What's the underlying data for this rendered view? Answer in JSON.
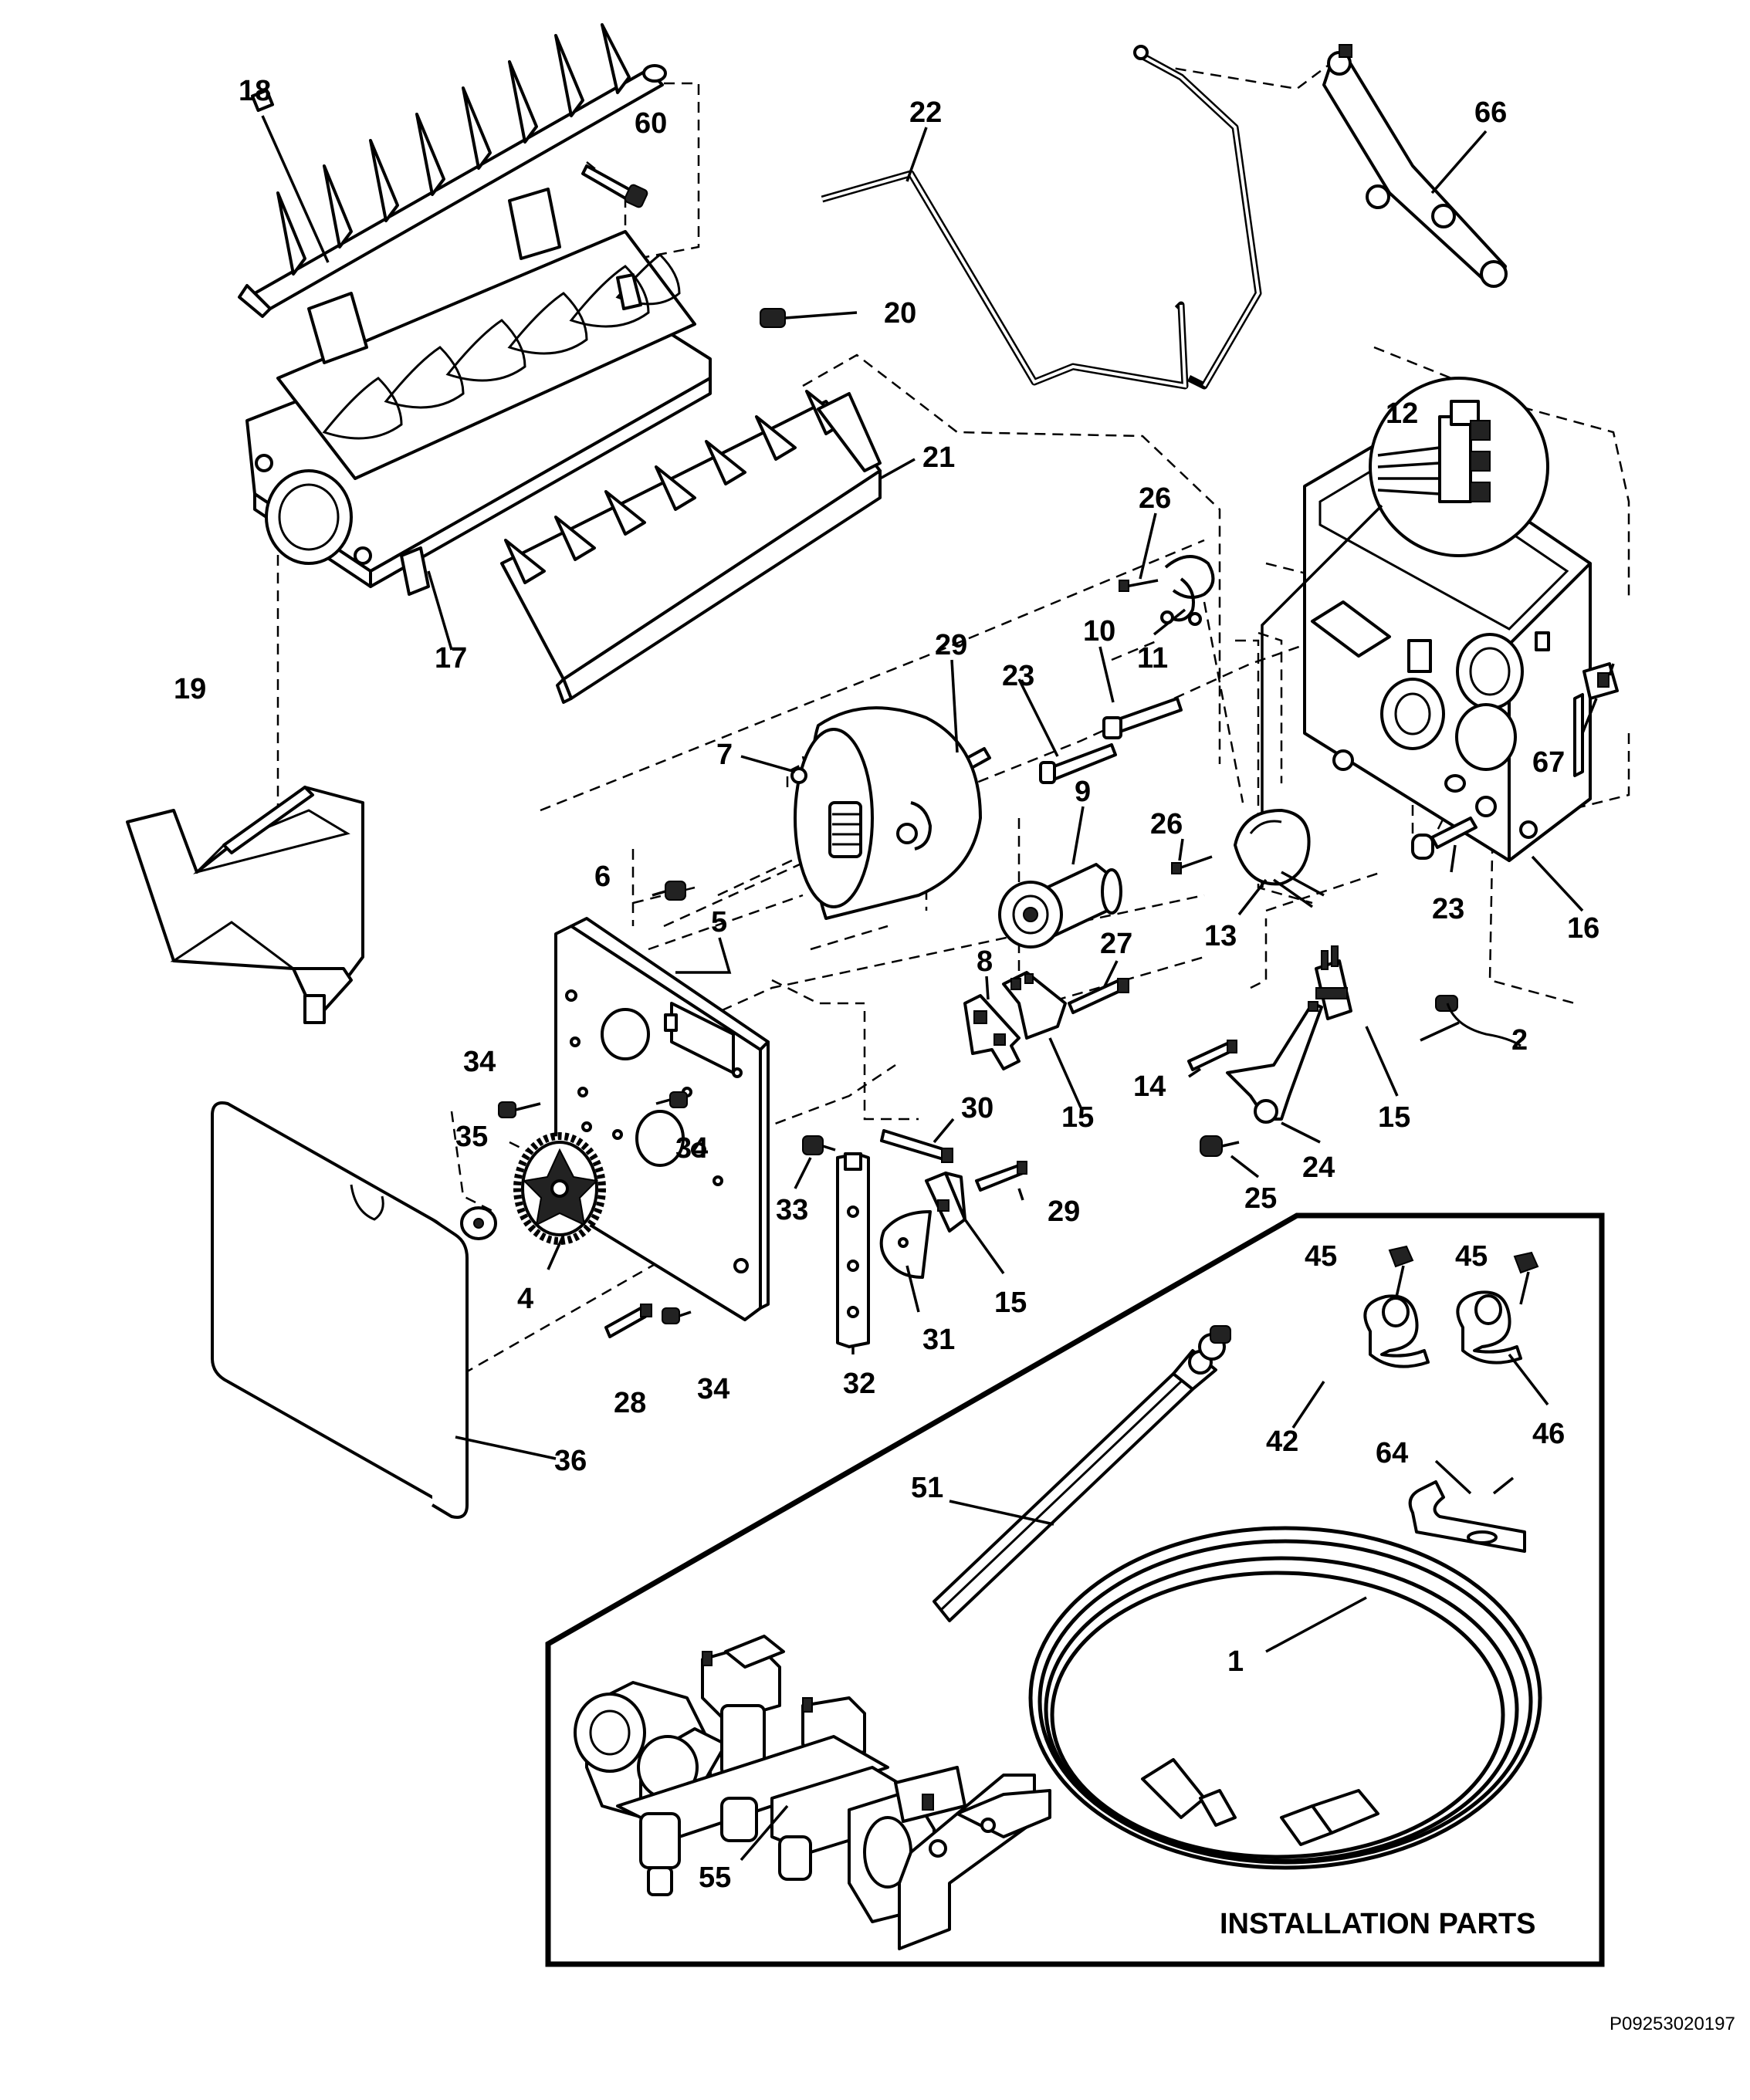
{
  "diagram": {
    "part_numbers": [
      "18",
      "60",
      "22",
      "66",
      "20",
      "21",
      "12",
      "26",
      "17",
      "11",
      "10",
      "29",
      "23",
      "19",
      "7",
      "67",
      "9",
      "26",
      "6",
      "5",
      "23",
      "16",
      "13",
      "8",
      "27",
      "34",
      "15",
      "2",
      "14",
      "35",
      "34",
      "30",
      "15",
      "33",
      "29",
      "24",
      "25",
      "4",
      "45",
      "45",
      "15",
      "31",
      "28",
      "34",
      "32",
      "42",
      "46",
      "36",
      "64",
      "51",
      "1",
      "55"
    ],
    "installation_caption": "INSTALLATION PARTS",
    "drawing_code": "P09253020197"
  }
}
